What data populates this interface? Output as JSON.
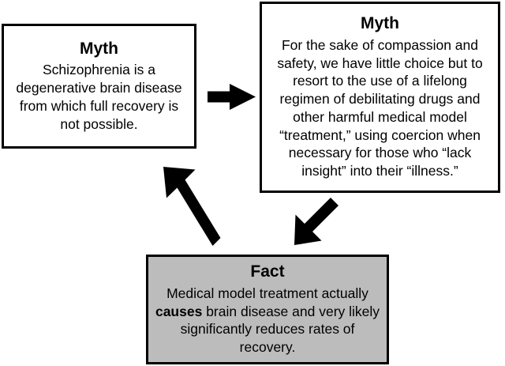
{
  "diagram": {
    "title": "Myth and Fact cycle about schizophrenia and medical model treatment",
    "background_color": "#ffffff",
    "outline_color": "#000000",
    "fact_fill_color": "#bcbcbc",
    "nodes": [
      {
        "id": "myth-left",
        "heading": "Myth",
        "body": "Schizophrenia is a degenerative brain disease from which full recovery is not possible.",
        "fill": "#ffffff"
      },
      {
        "id": "myth-right",
        "heading": "Myth",
        "body": "For the sake of compassion and safety, we have little choice but to resort to the use of a lifelong regimen of debilitating drugs and other harmful medical model “treatment,” using coercion when necessary for those who “lack insight” into their “illness.”",
        "fill": "#ffffff"
      },
      {
        "id": "fact",
        "heading": "Fact",
        "body_before_bold": "Medical model treatment actually ",
        "body_bold": "causes",
        "body_after_bold": " brain disease and very likely significantly reduces rates of recovery.",
        "fill": "#bcbcbc"
      }
    ],
    "arrows": [
      {
        "id": "arrow-left-myth-to-right-myth",
        "direction": "right",
        "from": "myth-left",
        "to": "myth-right"
      },
      {
        "id": "arrow-right-myth-to-fact",
        "direction": "down-left",
        "from": "myth-right",
        "to": "fact"
      },
      {
        "id": "arrow-fact-to-left-myth",
        "direction": "up-left",
        "from": "fact",
        "to": "myth-left"
      }
    ]
  }
}
